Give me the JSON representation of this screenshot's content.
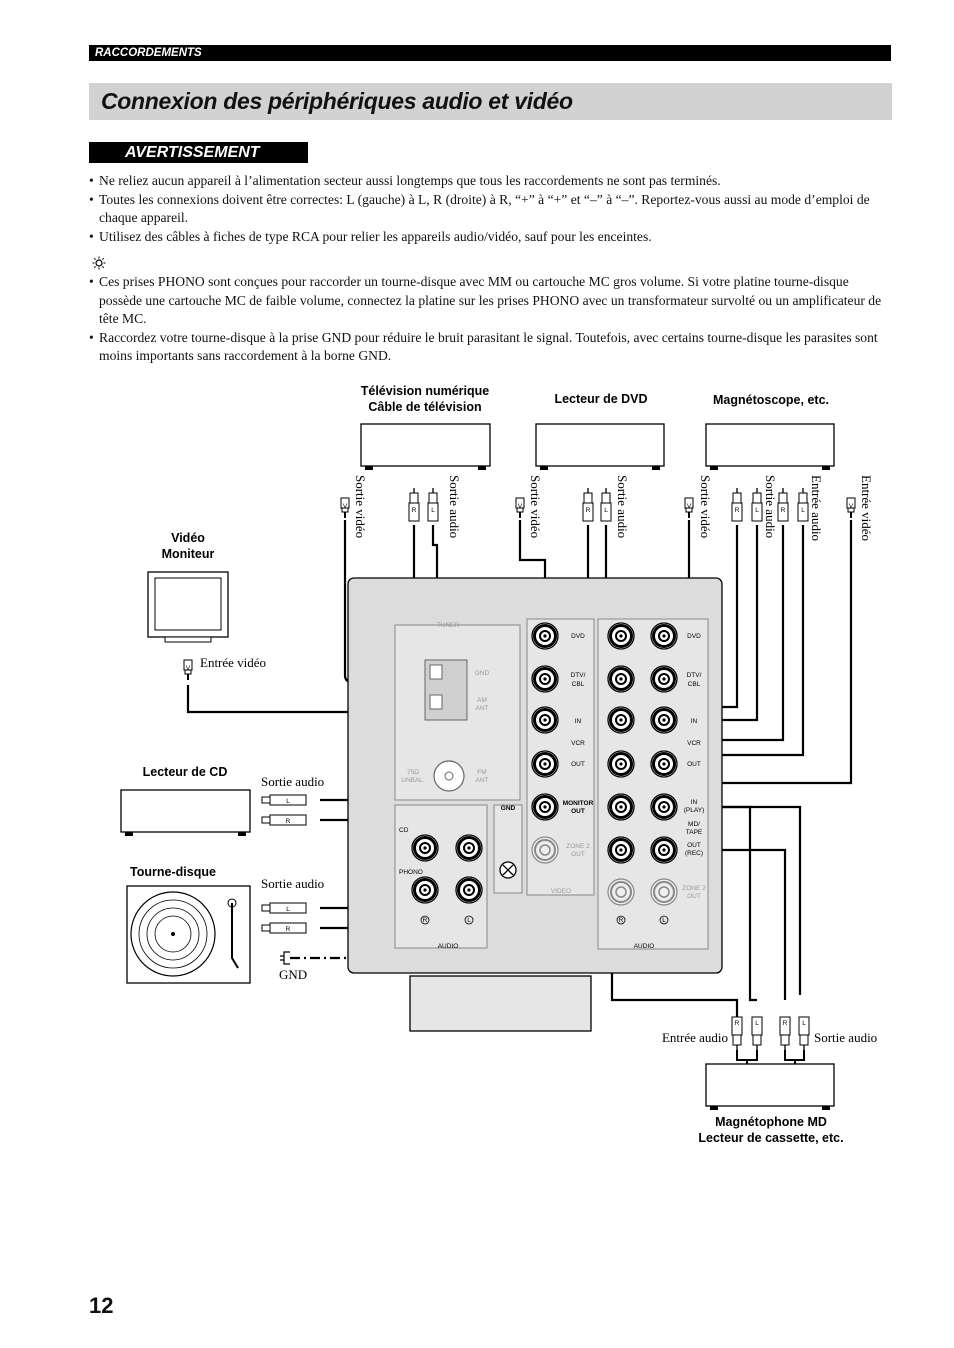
{
  "header": {
    "section": "RACCORDEMENTS",
    "title": "Connexion des périphériques audio et vidéo"
  },
  "warning": {
    "heading": "AVERTISSEMENT",
    "bullets": [
      "Ne reliez aucun appareil à l’alimentation secteur aussi longtemps que tous les raccordements ne sont pas terminés.",
      "Toutes les connexions doivent être correctes: L (gauche) à L, R (droite) à R, “+” à “+” et “–” à “–”. Reportez-vous aussi au mode d’emploi de chaque appareil.",
      "Utilisez des câbles à fiches de type RCA pour relier les appareils audio/vidéo, sauf pour les enceintes."
    ]
  },
  "notes": {
    "icon": "lightbulb-icon",
    "bullets": [
      "Ces prises PHONO sont conçues pour raccorder un tourne-disque avec MM ou cartouche MC gros volume. Si votre platine tourne-disque possède une cartouche MC de faible volume, connectez la platine sur les prises PHONO avec un transformateur survolté ou un amplificateur de tête MC.",
      "Raccordez votre tourne-disque à la prise GND pour réduire le bruit parasitant le signal. Toutefois, avec certains tourne-disque les parasites sont moins importants sans raccordement à la borne GND."
    ]
  },
  "diagram": {
    "devices": {
      "tv_line1": "Télévision numérique",
      "tv_line2": "Câble de télévision",
      "dvd": "Lecteur de DVD",
      "vcr": "Magnétoscope, etc.",
      "monitor_line1": "Vidéo",
      "monitor_line2": "Moniteur",
      "cd": "Lecteur de CD",
      "turntable": "Tourne-disque",
      "md_line1": "Magnétophone MD",
      "md_line2": "Lecteur de cassette, etc."
    },
    "cable_labels": {
      "video_out": "Sortie vidéo",
      "audio_out": "Sortie audio",
      "audio_in": "Entrée audio",
      "video_in": "Entrée vidéo",
      "gnd": "GND"
    },
    "plug_letters": {
      "video": "V",
      "right": "R",
      "left": "L"
    },
    "panel": {
      "tuner": "TUNER",
      "gnd": "GND",
      "am_ant_1": "AM",
      "am_ant_2": "ANT",
      "unbal_1": "75Ω",
      "unbal_2": "UNBAL.",
      "fm_ant_1": "FM",
      "fm_ant_2": "ANT",
      "cd": "CD",
      "phono": "PHONO",
      "audio": "AUDIO",
      "video": "VIDEO",
      "dvd": "DVD",
      "dtv_1": "DTV/",
      "dtv_2": "CBL",
      "vcr_in": "IN",
      "vcr": "VCR",
      "vcr_out": "OUT",
      "monitor_1": "MONITOR",
      "monitor_2": "OUT",
      "zone2_1": "ZONE 2",
      "zone2_2": "OUT",
      "md_in_1": "IN",
      "md_in_2": "(PLAY)",
      "md_1": "MD/",
      "md_2": "TAPE",
      "md_out_1": "OUT",
      "md_out_2": "(REC)",
      "r_mark": "R",
      "l_mark": "L"
    }
  },
  "page_number": "12"
}
